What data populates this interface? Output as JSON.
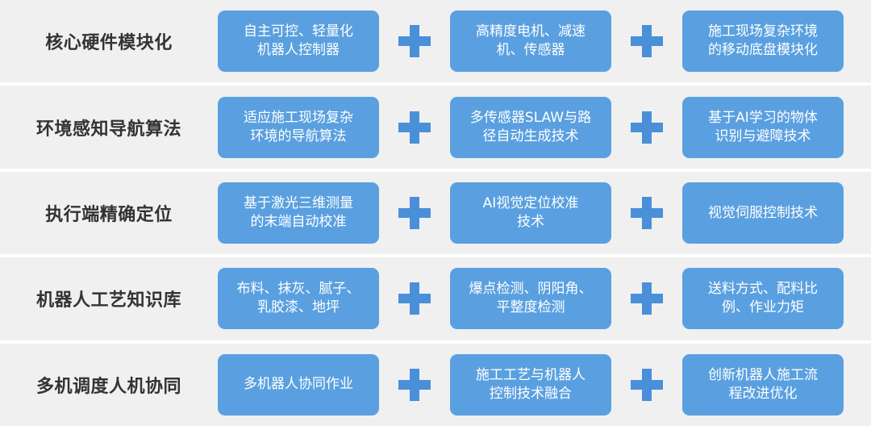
{
  "rows": [
    {
      "title": "核心硬件模块化",
      "items": [
        "自主可控、轻量化\n机器人控制器",
        "高精度电机、减速\n机、传感器",
        "施工现场复杂环境\n的移动底盘模块化"
      ]
    },
    {
      "title": "环境感知导航算法",
      "items": [
        "适应施工现场复杂\n环境的导航算法",
        "多传感器SLAW与路\n径自动生成技术",
        "基于AI学习的物体\n识别与避障技术"
      ]
    },
    {
      "title": "执行端精确定位",
      "items": [
        "基于激光三维测量\n的末端自动校准",
        "AI视觉定位校准\n技术",
        "视觉伺服控制技术"
      ]
    },
    {
      "title": "机器人工艺知识库",
      "items": [
        "布料、抹灰、腻子、\n乳胶漆、地坪",
        "爆点检测、阴阳角、\n平整度检测",
        "送料方式、配料比\n例、作业力矩"
      ]
    },
    {
      "title": "多机调度人机协同",
      "items": [
        "多机器人协同作业",
        "施工工艺与机器人\n控制技术融合",
        "创新机器人施工流\n程改进优化"
      ]
    }
  ],
  "colors": {
    "row_background": "#f0f0f1",
    "box_fill": "#5aa0e0",
    "plus_fill": "#4a90d9",
    "title_text": "#333333",
    "box_text": "#ffffff"
  },
  "icons": {
    "connector": "plus-icon"
  }
}
